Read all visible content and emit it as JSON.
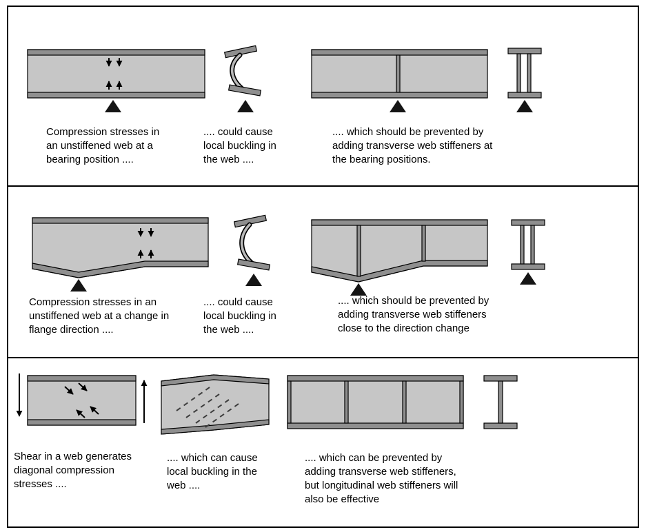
{
  "figure": {
    "panels": [
      {
        "name": "bearing-position",
        "captions": [
          "Compression stresses in an unstiffened web at a bearing position ....",
          ".... could cause local buckling in the web ....",
          ".... which should be prevented by adding transverse web stiffeners at the bearing positions."
        ]
      },
      {
        "name": "flange-direction-change",
        "captions": [
          "Compression stresses in an unstiffened web at a change in flange direction ....",
          ".... could cause local buckling in the web ....",
          ".... which should be prevented by adding transverse web stiffeners close to the direction change"
        ]
      },
      {
        "name": "shear-diagonal-compression",
        "captions": [
          "Shear in a web generates diagonal compression stresses ....",
          ".... which can cause local buckling in the web ....",
          ".... which can be prevented by adding transverse web stiffeners, but longitudinal web stiffeners will also be effective"
        ]
      }
    ],
    "icons": {
      "support": "filled-triangle-up",
      "compression": "opposing-vertical-arrows",
      "diagonal_compression": "opposing-diagonal-arrows",
      "shear_left": "long-down-arrow",
      "shear_right": "long-up-arrow",
      "buckle_waves": "diagonal-dashed-lines"
    },
    "colors": {
      "web_fill": "#c6c6c6",
      "flange_fill": "#8f8f8f",
      "outline": "#000000",
      "support_fill": "#151515",
      "border": "#000000",
      "background": "#ffffff"
    }
  }
}
